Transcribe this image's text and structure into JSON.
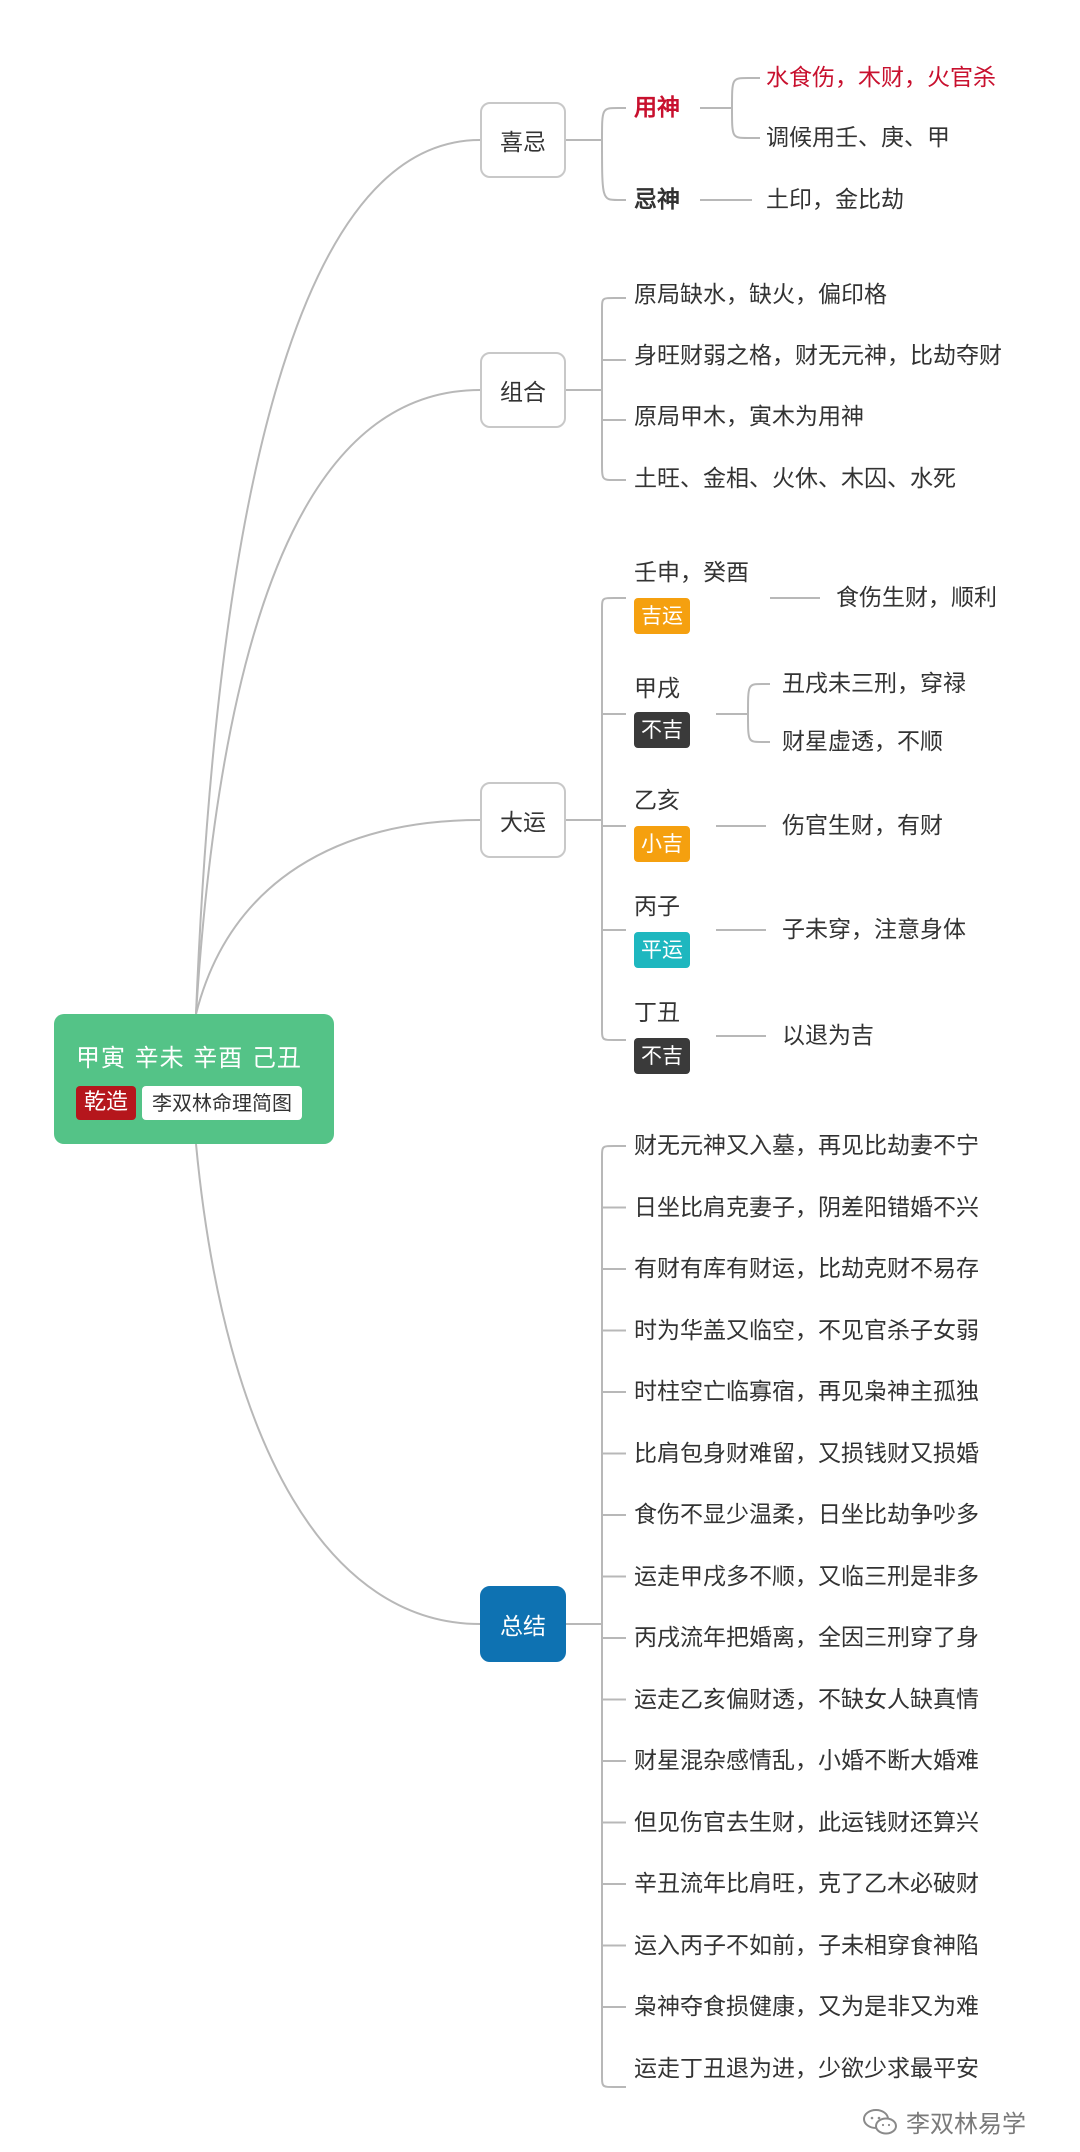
{
  "root": {
    "title": "甲寅 辛未 辛酉 己丑",
    "gender_tag": "乾造",
    "name_tag": "李双林命理简图"
  },
  "branches": {
    "xiji": {
      "label": "喜忌",
      "yongshen": {
        "label": "用神",
        "items": [
          "水食伤，木财，火官杀",
          "调候用壬、庚、甲"
        ]
      },
      "jishen": {
        "label": "忌神",
        "items": [
          "土印，金比劫"
        ]
      }
    },
    "zuhe": {
      "label": "组合",
      "items": [
        "原局缺水，缺火，偏印格",
        "身旺财弱之格，财无元神，比劫夺财",
        "原局甲木，寅木为用神",
        "土旺、金相、火休、木囚、水死"
      ]
    },
    "dayun": {
      "label": "大运",
      "items": [
        {
          "name": "壬申，癸酉",
          "tag": "吉运",
          "tag_color": "#f5a00f",
          "notes": [
            "食伤生财，顺利"
          ]
        },
        {
          "name": "甲戌",
          "tag": "不吉",
          "tag_color": "#3a3a3a",
          "notes": [
            "丑戌未三刑，穿禄",
            "财星虚透，不顺"
          ]
        },
        {
          "name": "乙亥",
          "tag": "小吉",
          "tag_color": "#f5a00f",
          "notes": [
            "伤官生财，有财"
          ]
        },
        {
          "name": "丙子",
          "tag": "平运",
          "tag_color": "#1eb7bf",
          "notes": [
            "子未穿，注意身体"
          ]
        },
        {
          "name": "丁丑",
          "tag": "不吉",
          "tag_color": "#3a3a3a",
          "notes": [
            "以退为吉"
          ]
        }
      ]
    },
    "zongjie": {
      "label": "总结",
      "items": [
        "财无元神又入墓，再见比劫妻不宁",
        "日坐比肩克妻子，阴差阳错婚不兴",
        "有财有库有财运，比劫克财不易存",
        "时为华盖又临空，不见官杀子女弱",
        "时柱空亡临寡宿，再见枭神主孤独",
        "比肩包身财难留，又损钱财又损婚",
        "食伤不显少温柔，日坐比劫争吵多",
        "运走甲戌多不顺，又临三刑是非多",
        "丙戌流年把婚离，全因三刑穿了身",
        "运走乙亥偏财透，不缺女人缺真情",
        "财星混杂感情乱，小婚不断大婚难",
        "但见伤官去生财，此运钱财还算兴",
        "辛丑流年比肩旺，克了乙木必破财",
        "运入丙子不如前，子未相穿食神陷",
        "枭神夺食损健康，又为是非又为难",
        "运走丁丑退为进，少欲少求最平安"
      ]
    }
  },
  "watermark": {
    "text": "李双林易学",
    "icon": "wechat-icon"
  },
  "colors": {
    "root_bg": "#54c387",
    "gender_tag": "#b5161c",
    "accent_red": "#c8102e",
    "zongjie_bg": "#0e72b2",
    "line": "#b8b8b8"
  }
}
